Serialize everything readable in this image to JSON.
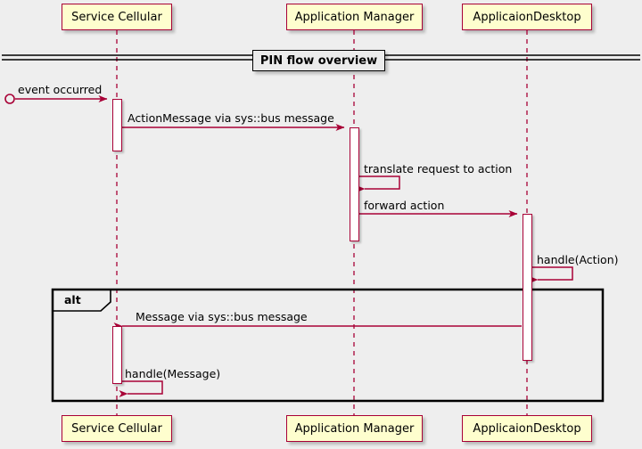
{
  "diagram": {
    "type": "sequence-diagram",
    "title": "PIN flow overview",
    "background_color": "#EEEEEE",
    "participant_fill": "#FEFECE",
    "participant_border": "#A80036",
    "arrow_color": "#A80036",
    "frame_border": "#000000"
  },
  "participants": [
    {
      "id": "service-cellular",
      "label": "Service Cellular"
    },
    {
      "id": "application-manager",
      "label": "Application Manager"
    },
    {
      "id": "applicaion-desktop",
      "label": "ApplicaionDesktop"
    }
  ],
  "divider": {
    "label": "PIN flow overview"
  },
  "messages": [
    {
      "id": "event-occurred",
      "label": "event occurred",
      "from": "found",
      "to": "service-cellular",
      "kind": "found-message"
    },
    {
      "id": "action-message",
      "label": "ActionMessage via sys::bus message",
      "from": "service-cellular",
      "to": "application-manager",
      "kind": "call"
    },
    {
      "id": "translate-request",
      "label": "translate request to action",
      "from": "application-manager",
      "to": "application-manager",
      "kind": "self-call"
    },
    {
      "id": "forward-action",
      "label": "forward action",
      "from": "application-manager",
      "to": "applicaion-desktop",
      "kind": "call"
    },
    {
      "id": "handle-action",
      "label": "handle(Action)",
      "from": "applicaion-desktop",
      "to": "applicaion-desktop",
      "kind": "self-call"
    },
    {
      "id": "message-via-bus",
      "label": "Message via sys::bus message",
      "from": "applicaion-desktop",
      "to": "service-cellular",
      "kind": "call"
    },
    {
      "id": "handle-message",
      "label": "handle(Message)",
      "from": "service-cellular",
      "to": "service-cellular",
      "kind": "self-call"
    }
  ],
  "fragments": [
    {
      "id": "alt-fragment",
      "operator": "alt"
    }
  ]
}
